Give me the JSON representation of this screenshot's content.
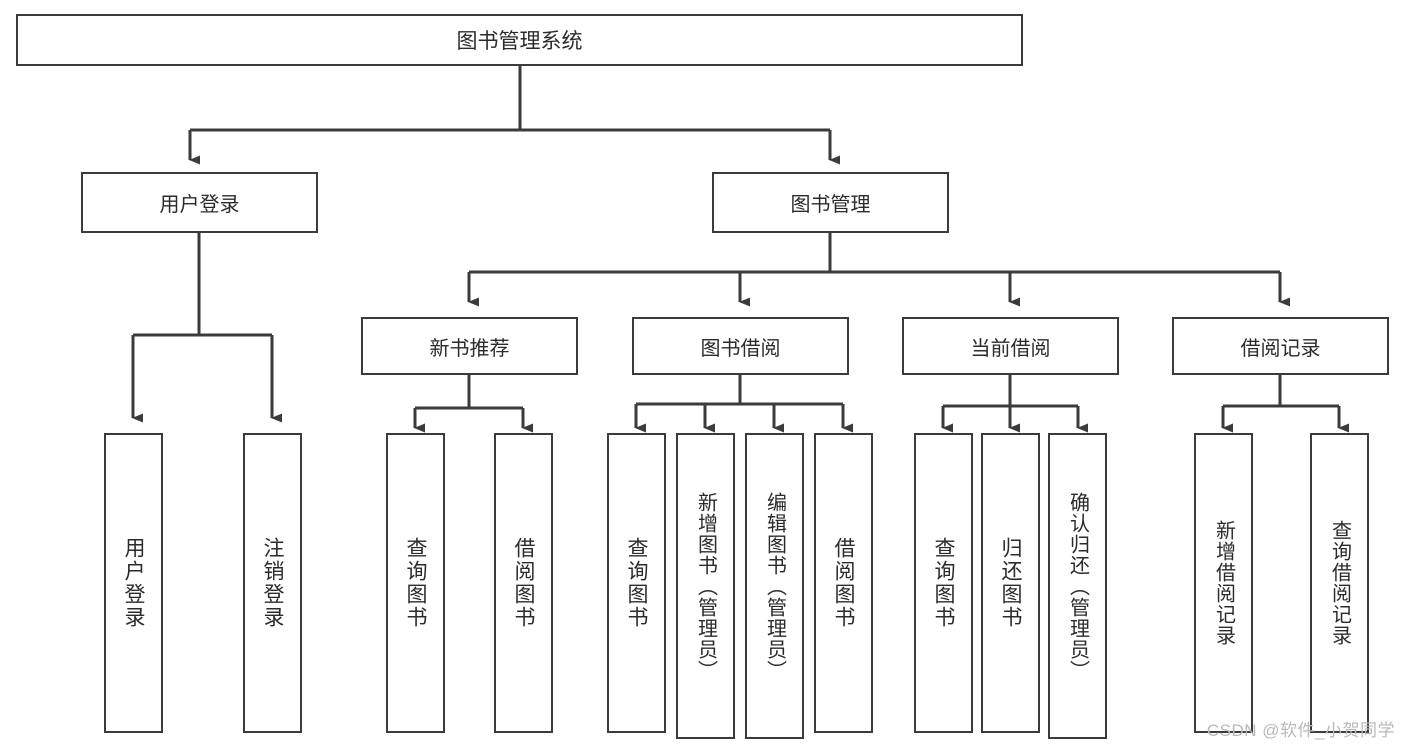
{
  "diagram": {
    "title": "图书管理系统",
    "type": "tree",
    "stroke_color": "#3b3b3b",
    "text_color": "#2b2b2b",
    "background_color": "#ffffff",
    "root": {
      "label": "图书管理系统",
      "children": [
        {
          "label": "用户登录",
          "children": [
            {
              "label": "用户登录"
            },
            {
              "label": "注销登录"
            }
          ]
        },
        {
          "label": "图书管理",
          "children": [
            {
              "label": "新书推荐",
              "children": [
                {
                  "label": "查询图书"
                },
                {
                  "label": "借阅图书"
                }
              ]
            },
            {
              "label": "图书借阅",
              "children": [
                {
                  "label": "查询图书"
                },
                {
                  "label": "新增图书（管理员）"
                },
                {
                  "label": "编辑图书（管理员）"
                },
                {
                  "label": "借阅图书"
                }
              ]
            },
            {
              "label": "当前借阅",
              "children": [
                {
                  "label": "查询图书"
                },
                {
                  "label": "归还图书"
                },
                {
                  "label": "确认归还（管理员）"
                }
              ]
            },
            {
              "label": "借阅记录",
              "children": [
                {
                  "label": "新增借阅记录"
                },
                {
                  "label": "查询借阅记录"
                }
              ]
            }
          ]
        }
      ]
    }
  },
  "watermark": {
    "text": "CSDN @软件_小贺同学"
  }
}
